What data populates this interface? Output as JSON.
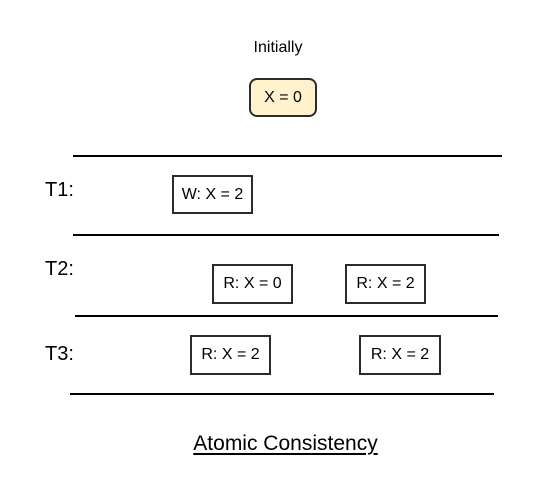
{
  "initial": {
    "label": "Initially",
    "value": "X = 0"
  },
  "threads": [
    {
      "label": "T1:",
      "ops": [
        "W: X = 2"
      ]
    },
    {
      "label": "T2:",
      "ops": [
        "R: X = 0",
        "R: X = 2"
      ]
    },
    {
      "label": "T3:",
      "ops": [
        "R: X = 2",
        "R: X = 2"
      ]
    }
  ],
  "caption": "Atomic Consistency",
  "colors": {
    "initial_fill": "#fff2cc",
    "box_border": "#2b2b2b",
    "line": "#000000",
    "background": "#ffffff"
  }
}
